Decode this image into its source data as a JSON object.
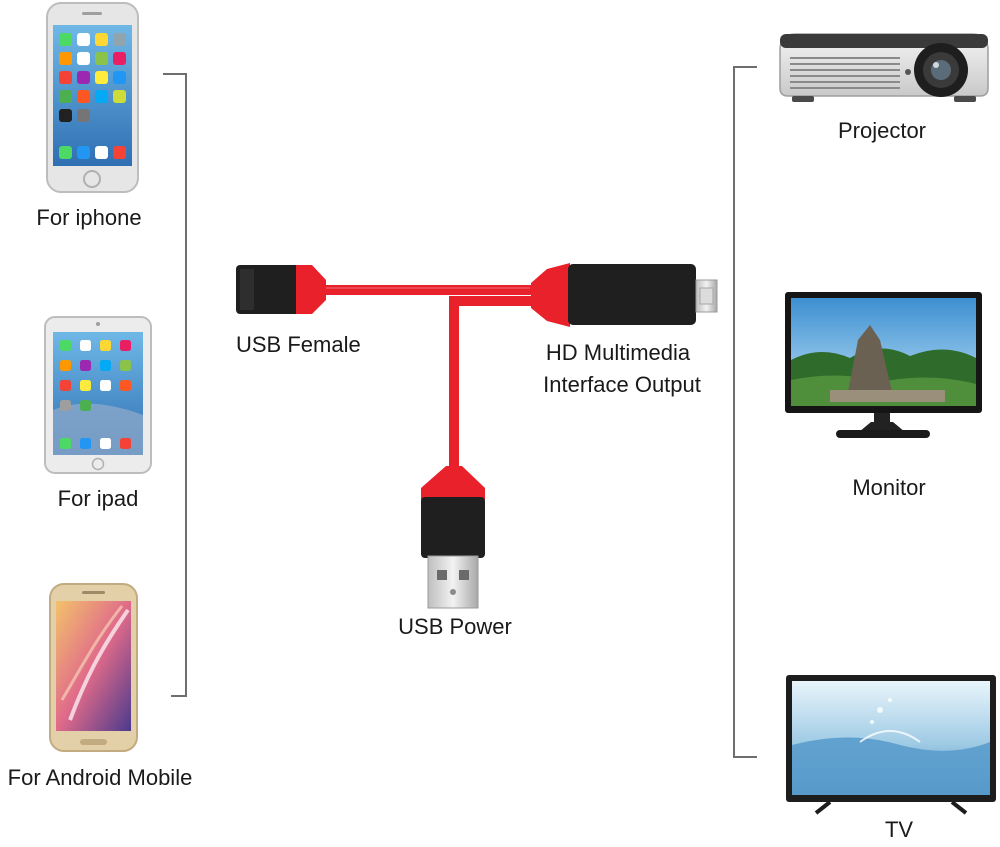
{
  "diagram": {
    "input_devices": [
      {
        "id": "iphone",
        "label": "For iphone"
      },
      {
        "id": "ipad",
        "label": "For ipad"
      },
      {
        "id": "android",
        "label": "For Android Mobile"
      }
    ],
    "cable_parts": [
      {
        "id": "usb-female",
        "label": "USB Female"
      },
      {
        "id": "hd-output",
        "label_line1": "HD Multimedia",
        "label_line2": "Interface Output"
      },
      {
        "id": "usb-power",
        "label": "USB Power"
      }
    ],
    "output_devices": [
      {
        "id": "projector",
        "label": "Projector"
      },
      {
        "id": "monitor",
        "label": "Monitor"
      },
      {
        "id": "tv",
        "label": "TV"
      }
    ]
  },
  "colors": {
    "cable_red": "#e8212a",
    "connector_black": "#1f1f1f",
    "bracket_gray": "#6e6e6e",
    "metal": "#cfcfcf"
  },
  "icons": [
    "phone-icon",
    "tablet-icon",
    "android-phone-icon",
    "usb-female-connector-icon",
    "hdmi-connector-icon",
    "usb-male-connector-icon",
    "projector-icon",
    "monitor-icon",
    "tv-icon"
  ]
}
